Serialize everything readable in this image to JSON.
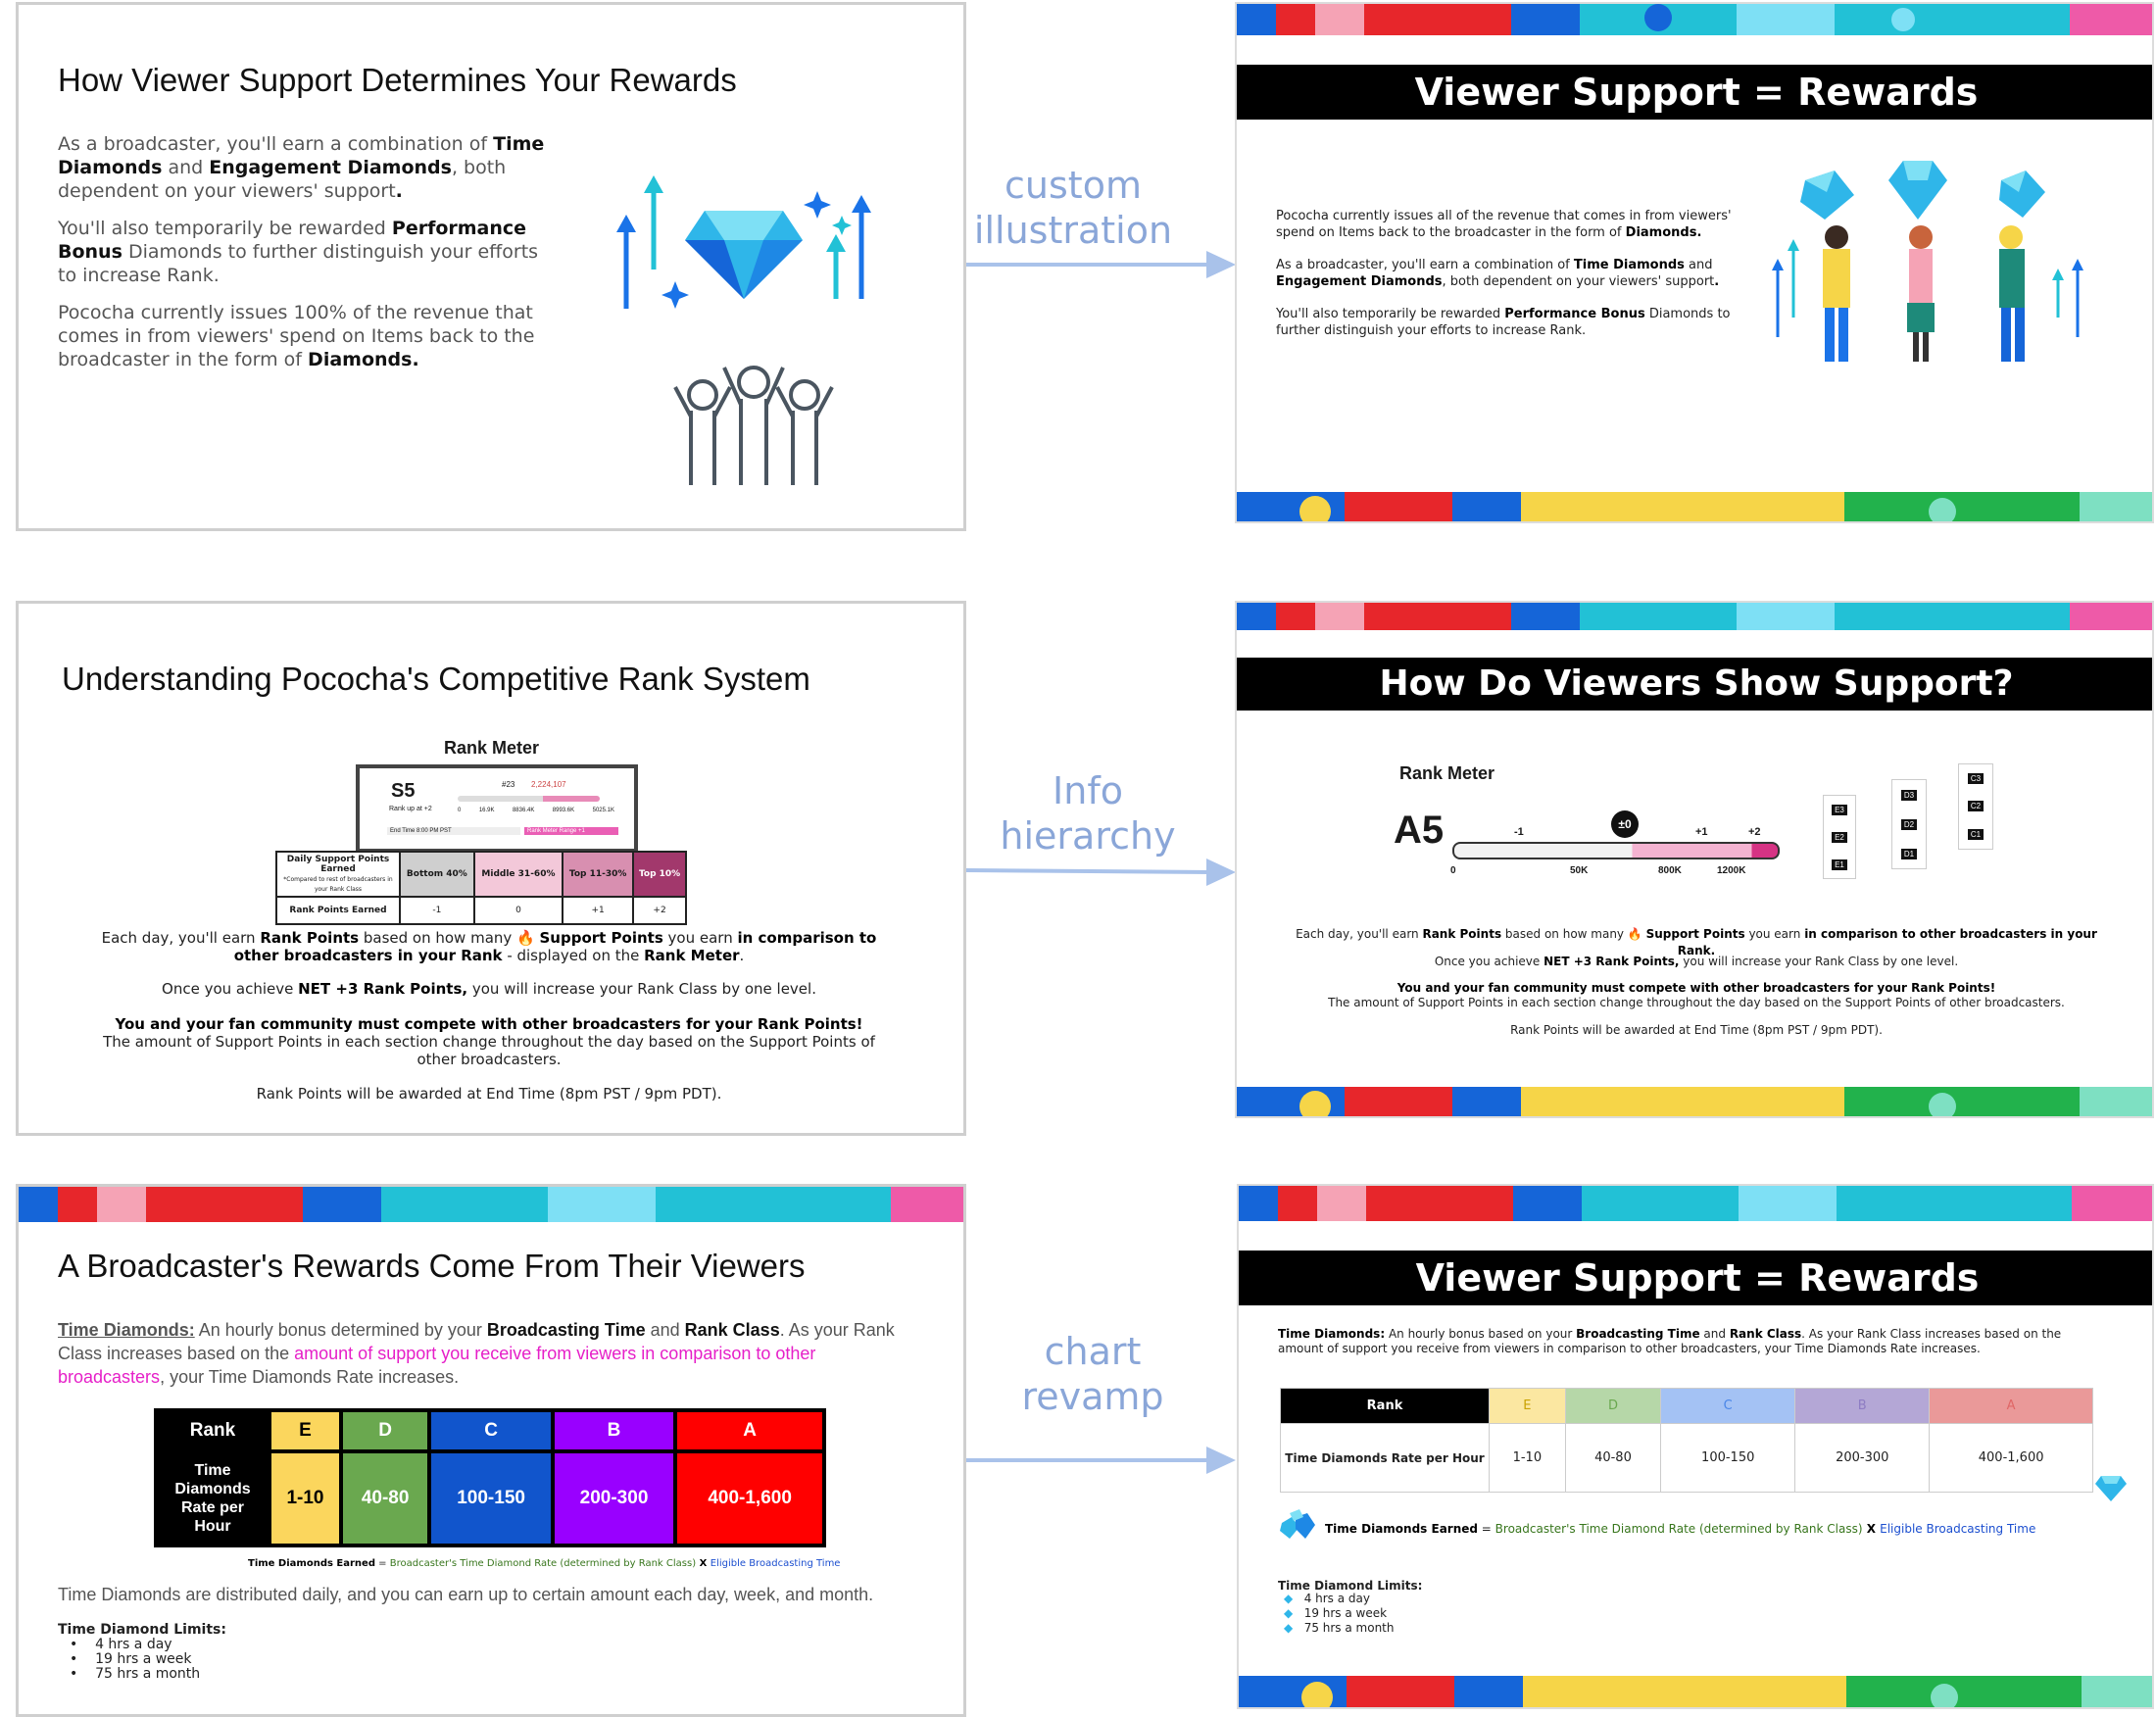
{
  "arrows": {
    "first": [
      "custom",
      "illustration"
    ],
    "second": [
      "Info",
      "hierarchy"
    ],
    "third": [
      "chart",
      "revamp"
    ]
  },
  "slide1_old": {
    "title": "How Viewer Support Determines Your Rewards",
    "p1": [
      "As a broadcaster, you'll earn a combination of ",
      "Time Diamonds",
      " and ",
      "Engagement Diamonds",
      ", both dependent on your viewers' support",
      "."
    ],
    "p2": [
      "You'll also temporarily be rewarded ",
      "Performance Bonus",
      " Diamonds to further distinguish your efforts to increase Rank."
    ],
    "p3": [
      "Pococha currently issues 100% of the revenue that comes in from viewers' spend on Items back to the broadcaster in the form of ",
      "Diamonds."
    ]
  },
  "slide1_new": {
    "title": "Viewer Support = Rewards",
    "p1": [
      "Pococha currently issues all of the revenue that comes in from viewers' spend on Items back to the broadcaster in the form of ",
      "Diamonds."
    ],
    "p2": [
      "As a broadcaster, you'll earn a combination of ",
      "Time Diamonds",
      " and ",
      "Engagement Diamonds",
      ", both dependent on your viewers' support",
      "."
    ],
    "p3": [
      "You'll also temporarily be rewarded ",
      "Performance Bonus",
      " Diamonds to further distinguish your efforts to increase Rank."
    ]
  },
  "slide2_old": {
    "title": "Understanding Pococha's Competitive Rank System",
    "meter_label": "Rank Meter",
    "meter_rank": "S5",
    "meter_sub": "Rank up at +2",
    "meter_pos": "#23",
    "meter_points": "2,224,107",
    "meter_ticks": [
      "0",
      "16.9K",
      "8836.4K",
      "8993.6K",
      "5025.1K"
    ],
    "meter_end": "End Time 8:00 PM PST",
    "meter_range": "Rank Meter Range +1",
    "table_head": [
      "Daily Support Points Earned",
      "Bottom 40%",
      "Middle 31-60%",
      "Top 11-30%",
      "Top 10%"
    ],
    "table_head_sub": "*Compared to rest of broadcasters in your Rank Class",
    "table_row_label": "Rank Points Earned",
    "table_row": [
      "-1",
      "0",
      "+1",
      "+2"
    ],
    "t1": [
      "Each day, you'll earn ",
      "Rank Points",
      " based on how many 🔥 ",
      "Support Points",
      " you earn ",
      "in comparison to other broadcasters in your Rank",
      " - displayed on the ",
      "Rank Meter",
      "."
    ],
    "t2": [
      "Once you achieve ",
      "NET +3 Rank Points,",
      " you will increase your Rank Class by one level."
    ],
    "t3a": "You and your fan community must compete with other broadcasters for your Rank Points!",
    "t3b": "The amount of Support Points in each section change throughout the day based on the Support Points of other broadcasters.",
    "t4": "Rank Points will be awarded at End Time (8pm PST / 9pm PDT)."
  },
  "slide2_new": {
    "title": "How Do Viewers Show Support?",
    "meter_label": "Rank Meter",
    "rank": "A5",
    "marker": "±0",
    "above": [
      "-1",
      "+1",
      "+2"
    ],
    "below": [
      "0",
      "50K",
      "800K",
      "1200K"
    ],
    "cards": [
      [
        "C3",
        "C2",
        "C1"
      ],
      [
        "D3",
        "D2",
        "D1"
      ],
      [
        "E3",
        "E2",
        "E1"
      ]
    ],
    "t1": [
      "Each day, you'll earn ",
      "Rank Points",
      " based on how many 🔥 ",
      "Support Points",
      " you earn ",
      "in comparison to other broadcasters in your Rank."
    ],
    "t2": [
      "Once you achieve ",
      "NET +3 Rank Points,",
      " you will increase your Rank Class by one level."
    ],
    "t3a": "You and your fan community must compete with other broadcasters for your Rank Points!",
    "t3b": "The amount of Support Points in each section change throughout the day based on the Support Points of other broadcasters.",
    "t4": "Rank Points will be awarded at End Time (8pm PST / 9pm PDT)."
  },
  "slide3_old": {
    "title": "A Broadcaster's Rewards Come From Their Viewers",
    "p_label": "Time Diamonds:",
    "p_a": " An hourly bonus determined by your ",
    "p_b": "Broadcasting Time",
    "p_c": " and ",
    "p_d": "Rank Class",
    "p_e": ". As your Rank Class increases based on the ",
    "p_f": "amount of support you receive from viewers in comparison to other broadcasters",
    "p_g": ", your Time Diamonds Rate increases.",
    "table_head": [
      "Rank",
      "E",
      "D",
      "C",
      "B",
      "A"
    ],
    "table_row_label": [
      "Time",
      "Diamonds",
      "Rate per",
      "Hour"
    ],
    "table_row": [
      "1-10",
      "40-80",
      "100-150",
      "200-300",
      "400-1,600"
    ],
    "formula": [
      "Time Diamonds Earned",
      " = ",
      "Broadcaster's Time Diamond Rate (determined by Rank Class)",
      " X ",
      "Eligible Broadcasting Time"
    ],
    "dist": "Time Diamonds are distributed daily, and you can earn up to certain amount each day, week, and month.",
    "limits_title": "Time Diamond Limits:",
    "limits": [
      "4 hrs a day",
      "19 hrs a week",
      "75 hrs a month"
    ]
  },
  "slide3_new": {
    "title": "Viewer Support = Rewards",
    "p": [
      "Time Diamonds:",
      " An hourly bonus based on your ",
      "Broadcasting Time",
      " and ",
      "Rank Class",
      ". As your Rank Class increases based on the amount of support you receive from viewers in comparison to other broadcasters, your Time Diamonds Rate increases."
    ],
    "table_head": [
      "Rank",
      "E",
      "D",
      "C",
      "B",
      "A"
    ],
    "table_row_label": "Time Diamonds Rate per Hour",
    "table_row": [
      "1-10",
      "40-80",
      "100-150",
      "200-300",
      "400-1,600"
    ],
    "formula": [
      "Time Diamonds Earned",
      " = ",
      "Broadcaster's Time Diamond Rate (determined by Rank Class)",
      " X ",
      "Eligible Broadcasting Time"
    ],
    "limits_title": "Time Diamond Limits:",
    "limits": [
      "4 hrs a day",
      "19 hrs a week",
      "75 hrs a month"
    ]
  },
  "colors": {
    "accent_blue": "#1a73e8",
    "arrow": "#a9c2ea",
    "rank_E": "#fbd65d",
    "rank_D": "#6aa84f",
    "rank_C": "#1155cc",
    "rank_B": "#9900ff",
    "rank_A": "#ff0000",
    "magenta": "#e61fc8"
  }
}
